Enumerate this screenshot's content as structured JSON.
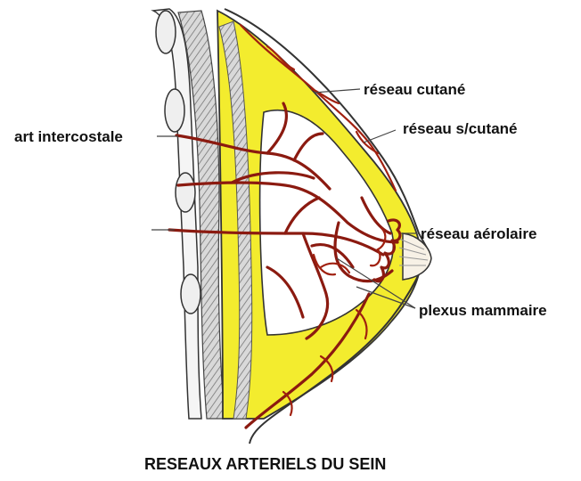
{
  "labels": {
    "reseau_cutane": "réseau cutané",
    "reseau_scutane": "réseau s/cutané",
    "art_intercostale": "art intercostale",
    "reseau_aerolaire": "réseau aérolaire",
    "plexus_mammaire": "plexus mammaire"
  },
  "caption": "RESEAUX ARTERIELS DU SEIN",
  "colors": {
    "fat": "#f3ec2e",
    "artery": "#8b1a10",
    "muscle": "#b8b8b8",
    "outline": "#333333",
    "gland": "#ffffff"
  }
}
